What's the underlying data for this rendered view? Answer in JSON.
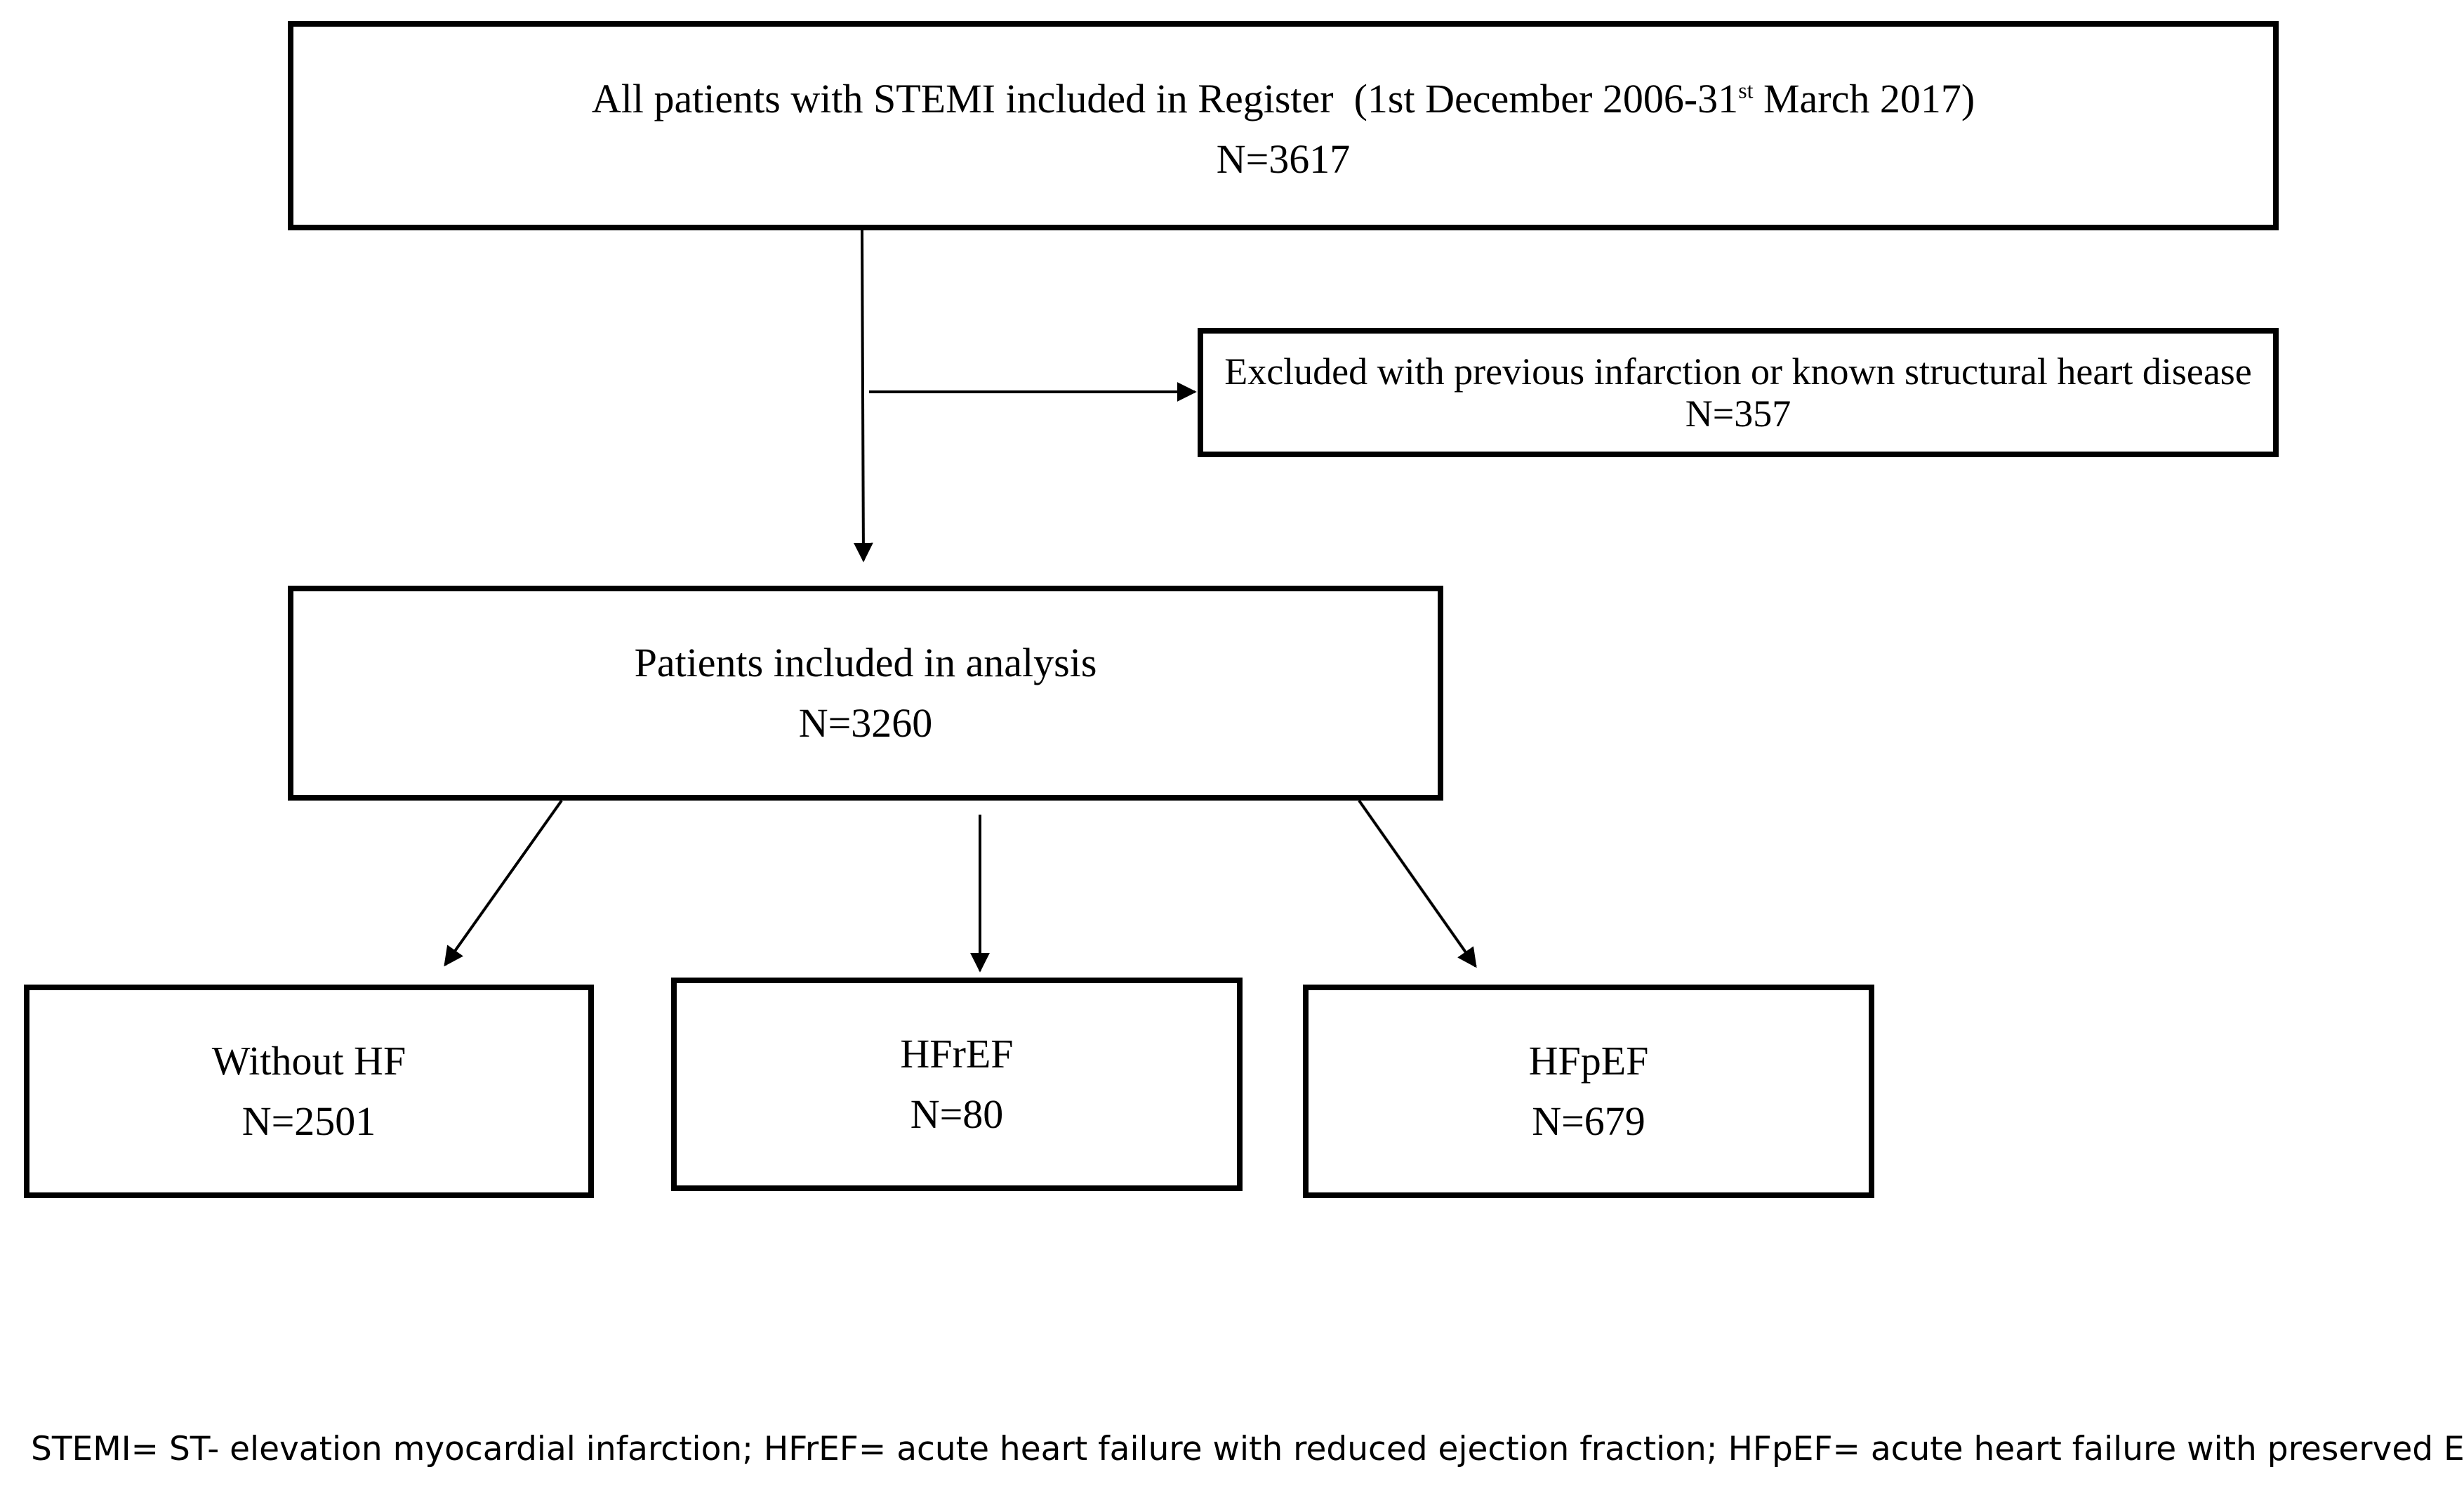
{
  "flowchart": {
    "all_patients": {
      "label": "All patients with STEMI included in Register",
      "period_prefix": "(1st December 2006-31",
      "period_sup": "st",
      "period_suffix": " March 2017)",
      "count": "N=3617"
    },
    "excluded": {
      "label": "Excluded with previous infarction or known structural heart disease",
      "count": "N=357"
    },
    "included": {
      "label": "Patients included in analysis",
      "count": "N=3260"
    },
    "groups": [
      {
        "label": "Without HF",
        "count": "N=2501"
      },
      {
        "label": "HFrEF",
        "count": "N=80"
      },
      {
        "label": "HFpEF",
        "count": "N=679"
      }
    ]
  },
  "footnote": "STEMI= ST- elevation myocardial infarction; HFrEF= acute heart failure with reduced ejection fraction; HFpEF= acute heart failure with preserved EF",
  "colors": {
    "line": "#000000",
    "background": "#ffffff"
  }
}
